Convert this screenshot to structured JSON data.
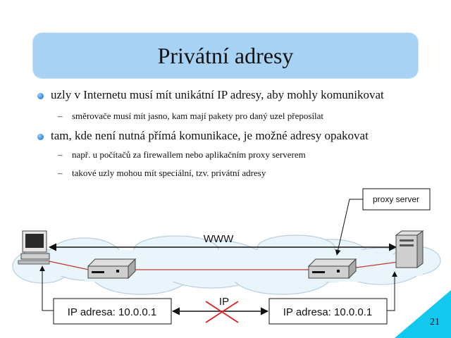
{
  "slide": {
    "title": "Privátní adresy",
    "bullets": [
      {
        "text": "uzly v Internetu musí mít unikátní IP adresy, aby mohly komunikovat",
        "subs": [
          "směrovače musí mít jasno, kam mají pakety pro daný uzel přeposílat"
        ]
      },
      {
        "text": "tam, kde není nutná přímá komunikace, je možné adresy opakovat",
        "subs": [
          "např. u počítačů za firewallem nebo aplikačním proxy serverem",
          "takové uzly mohou mít speciální, tzv. privátní adresy"
        ]
      }
    ],
    "dash_symbol": "–",
    "page_number": "21"
  },
  "diagram": {
    "proxy_label": "proxy server",
    "www_label": "WWW",
    "ip_label": "IP",
    "left_address": "IP adresa: 10.0.0.1",
    "right_address": "IP adresa: 10.0.0.1",
    "colors": {
      "cloud_fill": "#eaf4fb",
      "cloud_stroke": "#b9cfe0",
      "link_red": "#c0392b",
      "cross_red": "#e02020",
      "accent": "#13c8ef"
    }
  }
}
